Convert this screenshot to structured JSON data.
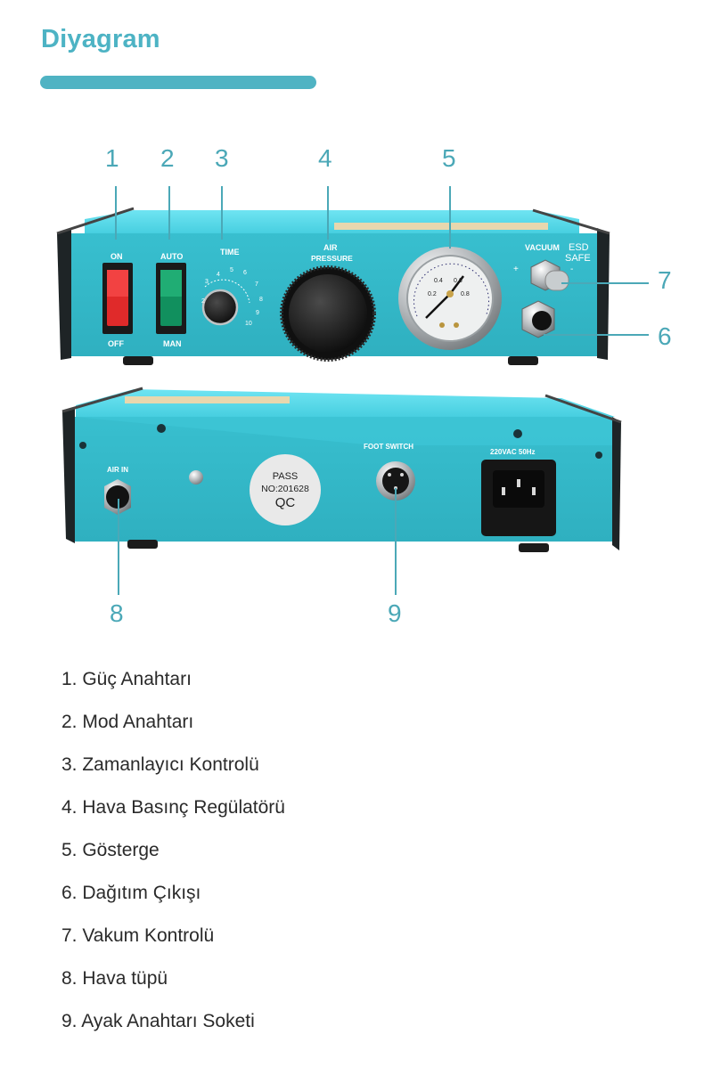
{
  "header": {
    "title": "Diyagram",
    "accent_color": "#4fb3c3"
  },
  "diagram": {
    "front_panel": {
      "labels": {
        "on": "ON",
        "off": "OFF",
        "auto": "AUTO",
        "man": "MAN",
        "time": "TIME",
        "air": "AIR",
        "pressure": "PRESSURE",
        "vacuum": "VACUUM",
        "esd": "ESD",
        "safe": "SAFE",
        "plus": "+",
        "minus": "-"
      },
      "time_dial_ticks": [
        "2",
        "3",
        "4",
        "5",
        "6",
        "7",
        "8",
        "9",
        "10"
      ],
      "gauge_ticks": [
        "0.2",
        "0.4",
        "0.6",
        "0.8"
      ]
    },
    "back_panel": {
      "labels": {
        "air_in": "AIR IN",
        "foot_switch": "FOOT SWITCH",
        "power": "220VAC 50Hz"
      },
      "qc_sticker": {
        "line1": "PASS",
        "line2": "NO:201628",
        "line3": "QC"
      }
    },
    "callouts": [
      "1",
      "2",
      "3",
      "4",
      "5",
      "6",
      "7",
      "8",
      "9"
    ],
    "panel_color": "#3cc3d3",
    "callout_color": "#4ba8b7"
  },
  "legend": {
    "items": [
      "1. Güç Anahtarı",
      "2. Mod Anahtarı",
      "3. Zamanlayıcı Kontrolü",
      "4. Hava Basınç Regülatörü",
      "5. Gösterge",
      "6. Dağıtım Çıkışı",
      "7. Vakum Kontrolü",
      "8. Hava tüpü",
      "9. Ayak Anahtarı Soketi"
    ]
  }
}
